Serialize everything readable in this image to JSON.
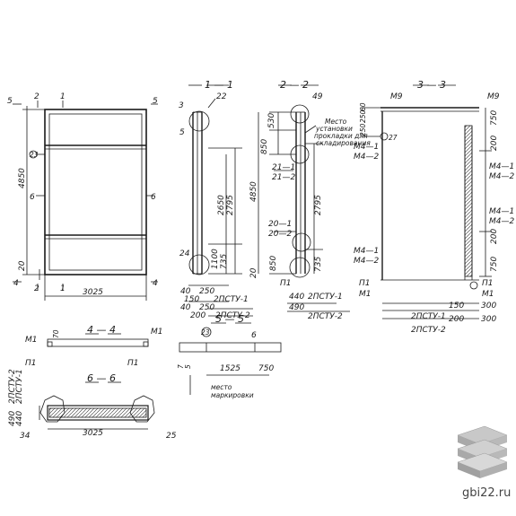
{
  "sections": {
    "s11": "1 — 1",
    "s22": "2 — 2",
    "s33": "3 — 3",
    "s44": "4 — 4",
    "s55": "5 — 5",
    "s66": "6 — 6"
  },
  "elevation": {
    "m5": "5",
    "m2": "2",
    "m1": "1",
    "m5r": "5",
    "m6l": "6",
    "m6r": "6",
    "m4l": "4",
    "m2b": "2",
    "m1b": "1",
    "m4r": "4",
    "height": "4850",
    "h20": "20",
    "width": "3025",
    "callout": "23"
  },
  "sec11": {
    "c3": "3",
    "c22": "22",
    "c5": "5",
    "c24": "24",
    "d2650": "2650",
    "d2795": "2795",
    "d1100": "1100",
    "d735": "735",
    "b40a": "40",
    "b250": "250",
    "b40b": "40",
    "b250b": "250",
    "b150": "150",
    "b200": "200",
    "mark1": "2ПСТУ-1",
    "mark2": "2ПСТУ-2"
  },
  "sec22": {
    "c49": "49",
    "note": [
      "Место",
      "установки",
      "прокладки для",
      "складирования"
    ],
    "d530": "530",
    "d850": "850",
    "d4850": "4850",
    "d2795": "2795",
    "d850b": "850",
    "d735": "735",
    "d20": "20",
    "l211": "21—1",
    "l212": "21—2",
    "l201": "20—1",
    "l202": "20—2",
    "p1": "П1",
    "b440": "440",
    "b490": "490",
    "mark1": "2ПСТУ-1",
    "mark2": "2ПСТУ-2"
  },
  "sec33": {
    "m9a": "М9",
    "m9b": "М9",
    "d250a": "250",
    "d250b": "250",
    "d60": "60",
    "c27": "27",
    "m41a": "М4—1",
    "m42a": "М4—2",
    "d750a": "750",
    "d200a": "200",
    "m41r": "М4—1",
    "m42r": "М4—2",
    "m41r2": "М4—1",
    "m42r2": "М4—2",
    "d200b": "200",
    "d750b": "750",
    "m41b": "М4—1",
    "m42b": "М4—2",
    "p1l": "П1",
    "m1l": "М1",
    "p1r": "П1",
    "m1r": "М1",
    "b150": "150",
    "b200": "200",
    "b300a": "300",
    "b300b": "300",
    "mark1": "2ПСТУ-1",
    "mark2": "2ПСТУ-2"
  },
  "sec44": {
    "m1l": "М1",
    "m1r": "М1",
    "p1l": "П1",
    "p1r": "П1",
    "d70": "70"
  },
  "sec55": {
    "c23": "23",
    "c6": "6",
    "d1525": "1525",
    "d750": "750",
    "d7": "7",
    "d5": "5",
    "note1": "место",
    "note2": "маркировки"
  },
  "sec66": {
    "mark2": "2ПСТУ-2",
    "mark1": "2ПСТУ-1",
    "d490": "490",
    "d440": "440",
    "c34": "34",
    "c25": "25",
    "width": "3025"
  },
  "brand": {
    "site": "gbi22.ru"
  }
}
